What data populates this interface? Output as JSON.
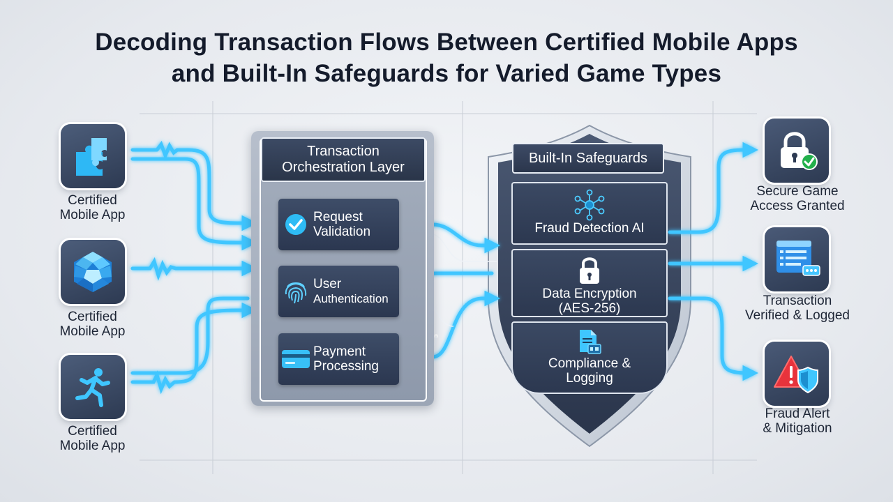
{
  "title": {
    "line1": "Decoding Transaction Flows Between Certified Mobile Apps",
    "line2": "and Built-In Safeguards for Varied Game Types"
  },
  "apps": [
    {
      "icon": "puzzle-icon",
      "line1": "Certified",
      "line2": "Mobile App"
    },
    {
      "icon": "crystal-icon",
      "line1": "Certified",
      "line2": "Mobile App"
    },
    {
      "icon": "runner-icon",
      "line1": "Certified",
      "line2": "Mobile App"
    }
  ],
  "orchestration": {
    "title_line1": "Transaction",
    "title_line2": "Orchestration Layer",
    "steps": [
      {
        "icon": "checkmark-icon",
        "line1": "Request",
        "line2": "Validation"
      },
      {
        "icon": "fingerprint-icon",
        "line1": "User",
        "line2": "Authentication"
      },
      {
        "icon": "credit-card-icon",
        "line1": "Payment",
        "line2": "Processing"
      }
    ]
  },
  "safeguards": {
    "title": "Built-In Safeguards",
    "items": [
      {
        "icon": "neural-network-icon",
        "line1": "Fraud Detection AI",
        "line2": ""
      },
      {
        "icon": "lock-icon",
        "line1": "Data Encryption",
        "line2": "(AES-256)"
      },
      {
        "icon": "document-icon",
        "line1": "Compliance &",
        "line2": "Logging"
      }
    ]
  },
  "outcomes": [
    {
      "icon": "lock-check-icon",
      "line1": "Secure Game",
      "line2": "Access Granted"
    },
    {
      "icon": "form-icon",
      "line1": "Transaction",
      "line2": "Verified & Logged"
    },
    {
      "icon": "alert-shield-icon",
      "line1": "Fraud Alert",
      "line2": "& Mitigation"
    }
  ],
  "colors": {
    "flow": "#3fc6ff",
    "panel_dark": "#2c3850",
    "background": "#e6e9ee"
  }
}
